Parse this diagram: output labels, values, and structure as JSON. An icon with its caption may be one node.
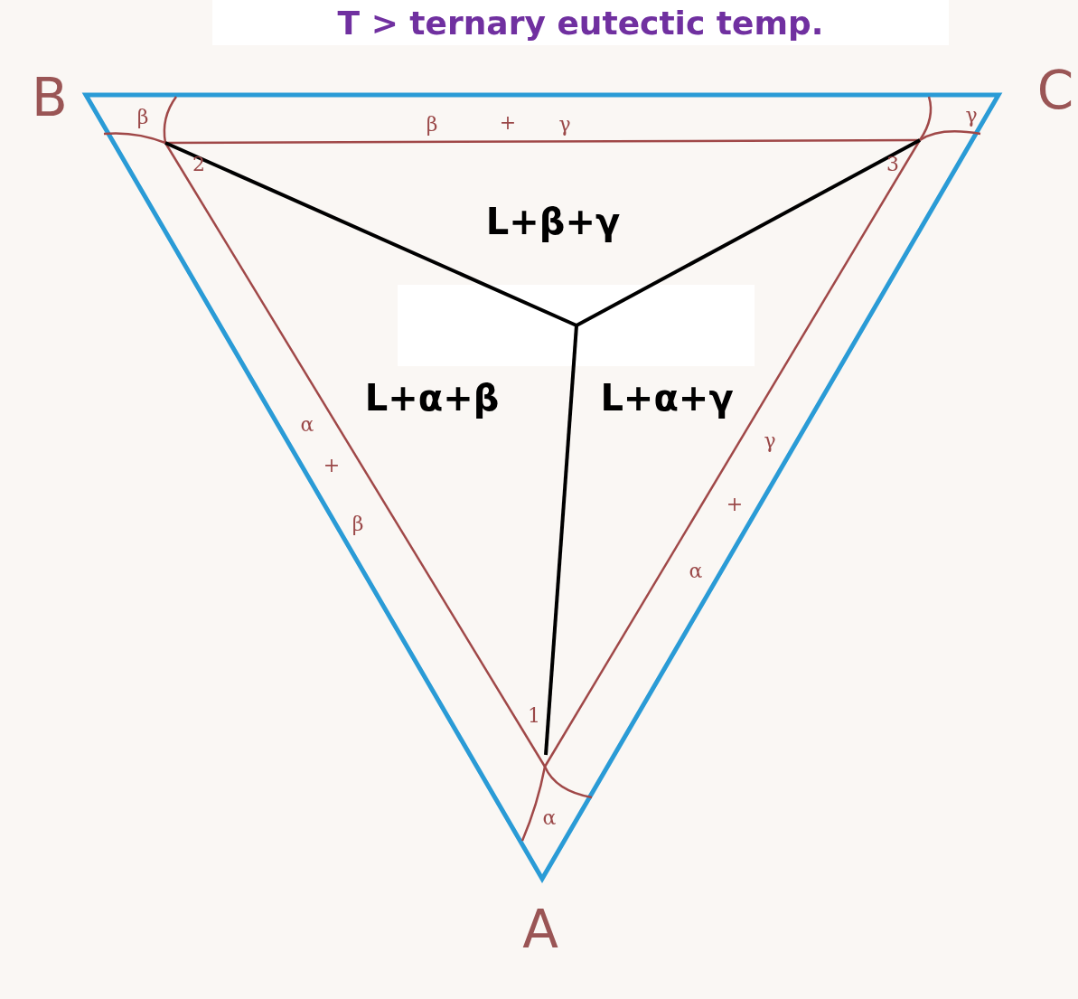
{
  "diagram": {
    "title": "T > ternary eutectic temp.",
    "labels": [
      "B",
      "C",
      "β",
      "β",
      "+",
      "γ",
      "γ",
      "2",
      "3",
      "L+β+γ",
      "L+α+β",
      "L+α+γ",
      "α",
      "γ",
      "+",
      "+",
      "β",
      "α",
      "1",
      "α",
      "A"
    ]
  }
}
